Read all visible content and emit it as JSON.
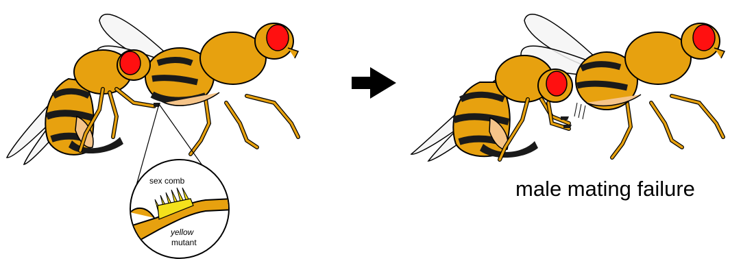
{
  "labels": {
    "inset_top": "sex comb",
    "inset_italic": "yellow",
    "inset_bottom": "mutant",
    "caption": "male mating failure"
  },
  "colors": {
    "body": "#E7A10F",
    "stripe": "#1a1a1a",
    "eye": "#FF1010",
    "abdomen_belly": "#F5C489",
    "wing": "#F4F4F4",
    "sex_comb": "#F4E21C",
    "outline": "#000000"
  },
  "icons": {
    "arrow": "right-arrow-icon"
  }
}
